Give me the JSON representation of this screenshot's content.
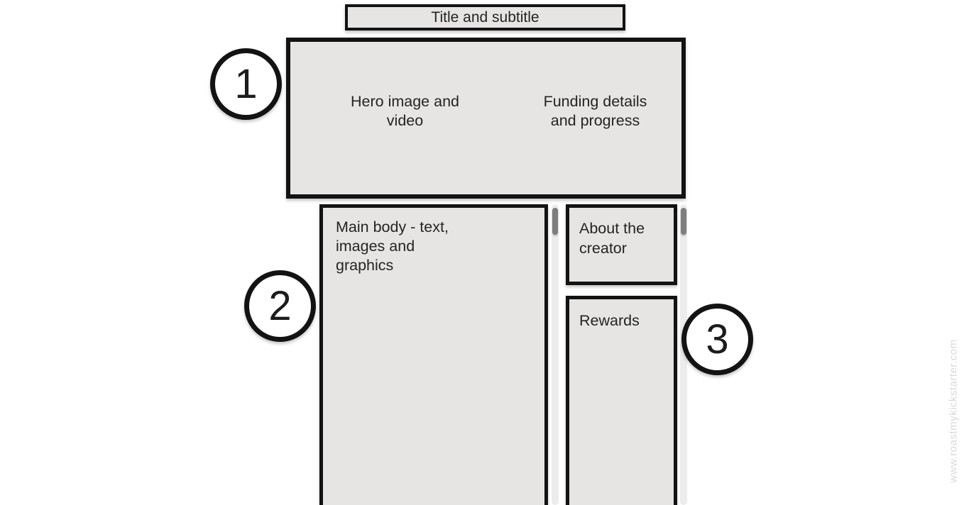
{
  "colors": {
    "background": "#ffffff",
    "box_fill": "#e6e5e3",
    "box_border": "#131313",
    "text": "#242424",
    "scroll_track": "#ececec",
    "scroll_thumb": "#7e7e7e",
    "circle_fill": "#ffffff",
    "watermark": "#d9d9d9"
  },
  "title_bar": {
    "label": "Title and subtitle"
  },
  "hero": {
    "left_label": "Hero image and video",
    "right_label": "Funding details and progress"
  },
  "main_body": {
    "label": "Main body - text, images and graphics"
  },
  "sidebar": {
    "about_label": "About the creator",
    "rewards_label": "Rewards"
  },
  "steps": {
    "one": "1",
    "two": "2",
    "three": "3"
  },
  "watermark": {
    "text": "www.roastmykickstarter.com"
  }
}
